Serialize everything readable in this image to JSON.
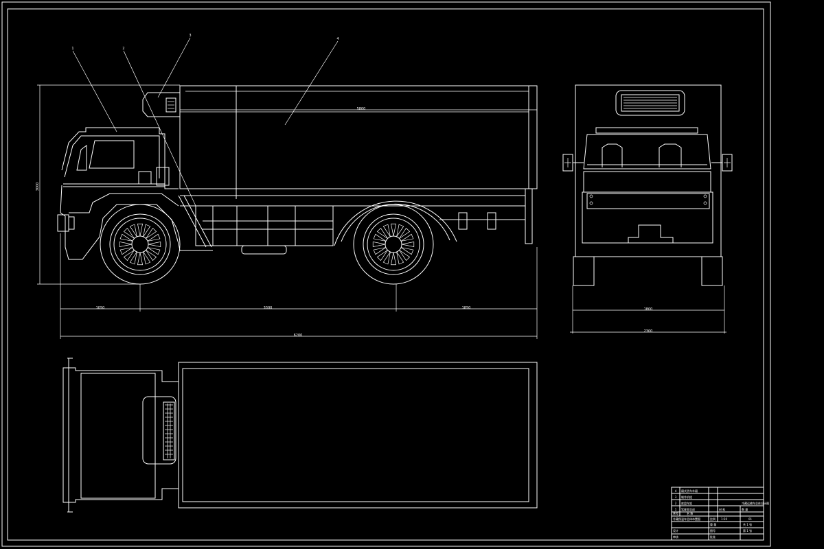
{
  "colors": {
    "background": "#000000",
    "line": "#ffffff"
  },
  "balloons": [
    "1",
    "2",
    "3",
    "4"
  ],
  "side_view": {
    "dims": {
      "height_total": "3000",
      "body_length": "5800",
      "front_overhang": "1050",
      "wheelbase": "3300",
      "rear_overhang": "1850",
      "overall_length": "6200"
    }
  },
  "rear_view": {
    "dims": {
      "track": "1800",
      "overall_width": "2300"
    }
  },
  "title_block": {
    "parts": [
      {
        "no": "4",
        "name": "厢式货车车厢"
      },
      {
        "no": "3",
        "name": "制冷机组"
      },
      {
        "no": "2",
        "name": "底盘车架"
      },
      {
        "no": "1",
        "name": "驾驶室总成"
      }
    ],
    "part_header": {
      "no": "序号",
      "name": "名 称"
    },
    "drawing_title": "冷藏运输车总体设计图",
    "designer_label": "设计",
    "checker_label": "审核",
    "approver_label": "批准",
    "drawing_name": "冷藏保温车总体布置图",
    "scale_label": "比例",
    "scale_value": "1:20",
    "material_label": "材 料",
    "qty_label": "数 量",
    "weight_label": "重 量",
    "sheet_label": "共 1 张",
    "sheet_no": "第 1 张",
    "school": "图号",
    "code": "01"
  }
}
